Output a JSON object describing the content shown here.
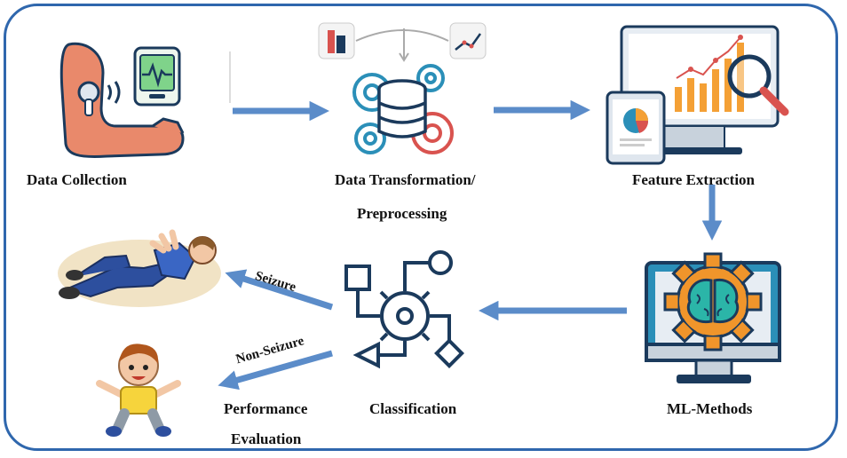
{
  "steps": {
    "data_collection": "Data Collection",
    "data_transformation_line1": "Data Transformation/",
    "data_transformation_line2": "Preprocessing",
    "feature_extraction": "Feature Extraction",
    "ml_methods": "ML-Methods",
    "classification": "Classification",
    "performance_line1": "Performance",
    "performance_line2": "Evaluation"
  },
  "arrows": {
    "seizure": "Seizure",
    "non_seizure": "Non-Seizure"
  },
  "colors": {
    "frame": "#2f67ad",
    "arrow": "#5b8cc9",
    "icon_dark": "#1b3a5c",
    "gear_orange": "#f0952b",
    "chart_orange": "#f4a035",
    "skin": "#e9896b",
    "phone_green": "#7fd38a"
  },
  "icons": [
    "wearable-arm-icon",
    "database-gears-icon",
    "analytics-monitor-icon",
    "brain-gear-monitor-icon",
    "classification-gear-icon",
    "seizure-person-icon",
    "happy-child-icon"
  ]
}
